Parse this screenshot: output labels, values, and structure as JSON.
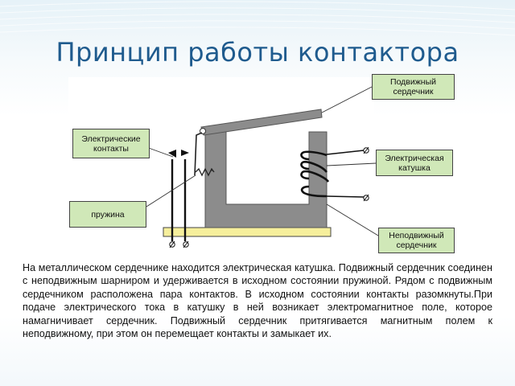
{
  "title": "Принцип работы контактора",
  "labels": {
    "moving_core": "Подвижный\nсердечник",
    "contacts": "Электрические\nконтакты",
    "coil": "Электрическая\nкатушка",
    "spring": "пружина",
    "fixed_core": "Неподвижный\nсердечник"
  },
  "description": "На металлическом сердечнике находится электрическая катушка. Подвижный сердечник соединен с неподвижным шарниром и удерживается в исходном состоянии пружиной. Рядом с подвижным сердечником расположена пара контактов. В исходном состоянии контакты разомкнуты.При подаче электрического тока в катушку в ней возникает электромагнитное поле, которое намагничивает сердечник. Подвижный сердечник притягивается магнитным полем к неподвижному, при этом он перемещает контакты и замыкает их.",
  "colors": {
    "title": "#1f5b8e",
    "label_bg": "#d0e8b8",
    "core": "#8c8c8c",
    "base": "#f6ef9c"
  }
}
